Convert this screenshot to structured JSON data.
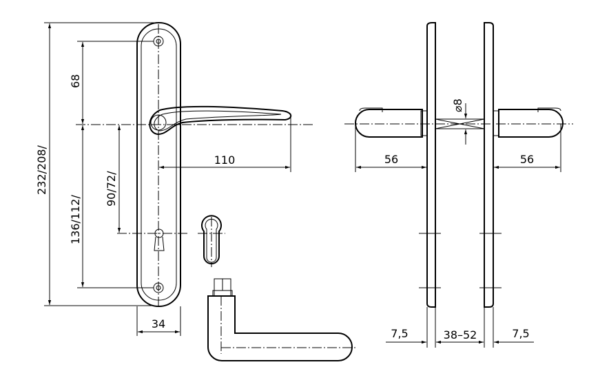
{
  "dimensions": {
    "total_height": "232/208/",
    "upper_distance": "68",
    "lower_distance": "136/112/",
    "center_distance": "90/72/",
    "lever_length": "110",
    "plate_width": "34",
    "left_lever_depth": "56",
    "right_lever_depth": "56",
    "spindle": "⌀8",
    "plate_thickness_left": "7,5",
    "door_thickness": "38–52",
    "plate_thickness_right": "7,5"
  }
}
